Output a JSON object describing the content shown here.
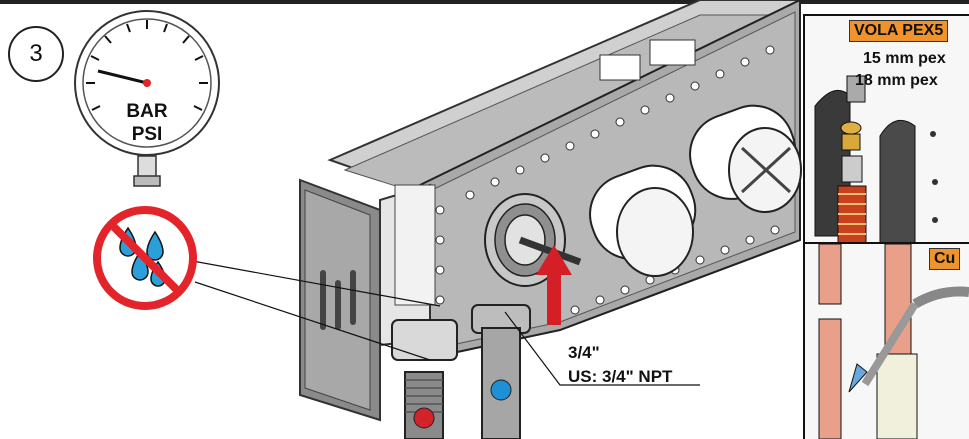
{
  "step": {
    "number": "3"
  },
  "gauge": {
    "unit_top": "BAR",
    "unit_bottom": "PSI"
  },
  "connection": {
    "size": "3/4\"",
    "us_size": "US: 3/4\" NPT"
  },
  "inset_pex": {
    "tag": "VOLA PEX5",
    "line1": "15 mm pex",
    "line2": "18 mm pex"
  },
  "inset_cu": {
    "tag": "Cu"
  },
  "colors": {
    "prohibit_red": "#e3242b",
    "water_blue": "#2a9fd8",
    "hot_red": "#d3232a",
    "cold_blue": "#1e90d6",
    "arrow_red": "#d51f26",
    "tag_orange": "#f0932b"
  }
}
